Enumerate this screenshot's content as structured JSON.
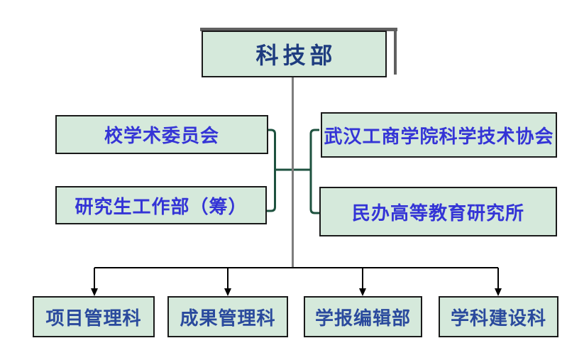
{
  "diagram": {
    "type": "org-chart",
    "root": {
      "label": "科技部"
    },
    "left_branch": [
      {
        "label": "校学术委员会"
      },
      {
        "label": "研究生工作部（筹）"
      }
    ],
    "right_branch": [
      {
        "label": "武汉工商学院科学技术协会"
      },
      {
        "label": "民办高等教育研究所"
      }
    ],
    "bottom_row": [
      {
        "label": "项目管理科"
      },
      {
        "label": "成果管理科"
      },
      {
        "label": "学报编辑部"
      },
      {
        "label": "学科建设科"
      }
    ],
    "colors": {
      "box_fill": "#d5e9db",
      "box_border": "#1a1a1a",
      "shadow_gray": "#606060",
      "center_line_gray": "#7d7d7d",
      "bracket_green": "#1e523f",
      "connector_black": "#000000",
      "root_text": "#1e3c7f",
      "branch_text": "#3434d6",
      "bottom_text": "#2a4a9d"
    }
  }
}
